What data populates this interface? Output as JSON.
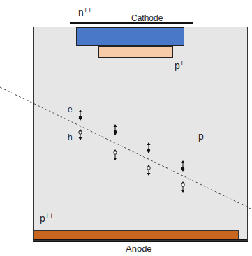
{
  "diagram": {
    "nodes": [
      {
        "text": [
          "p"
        ]
      },
      {
        "text": [
          "n++"
        ],
        "in": 0
      },
      {
        "text": [
          "p+"
        ],
        "in": 0
      },
      {
        "text": [
          "p++"
        ],
        "in": 0
      }
    ],
    "labels": [
      "Cathode",
      "Anode",
      "e",
      "h"
    ]
  }
}
